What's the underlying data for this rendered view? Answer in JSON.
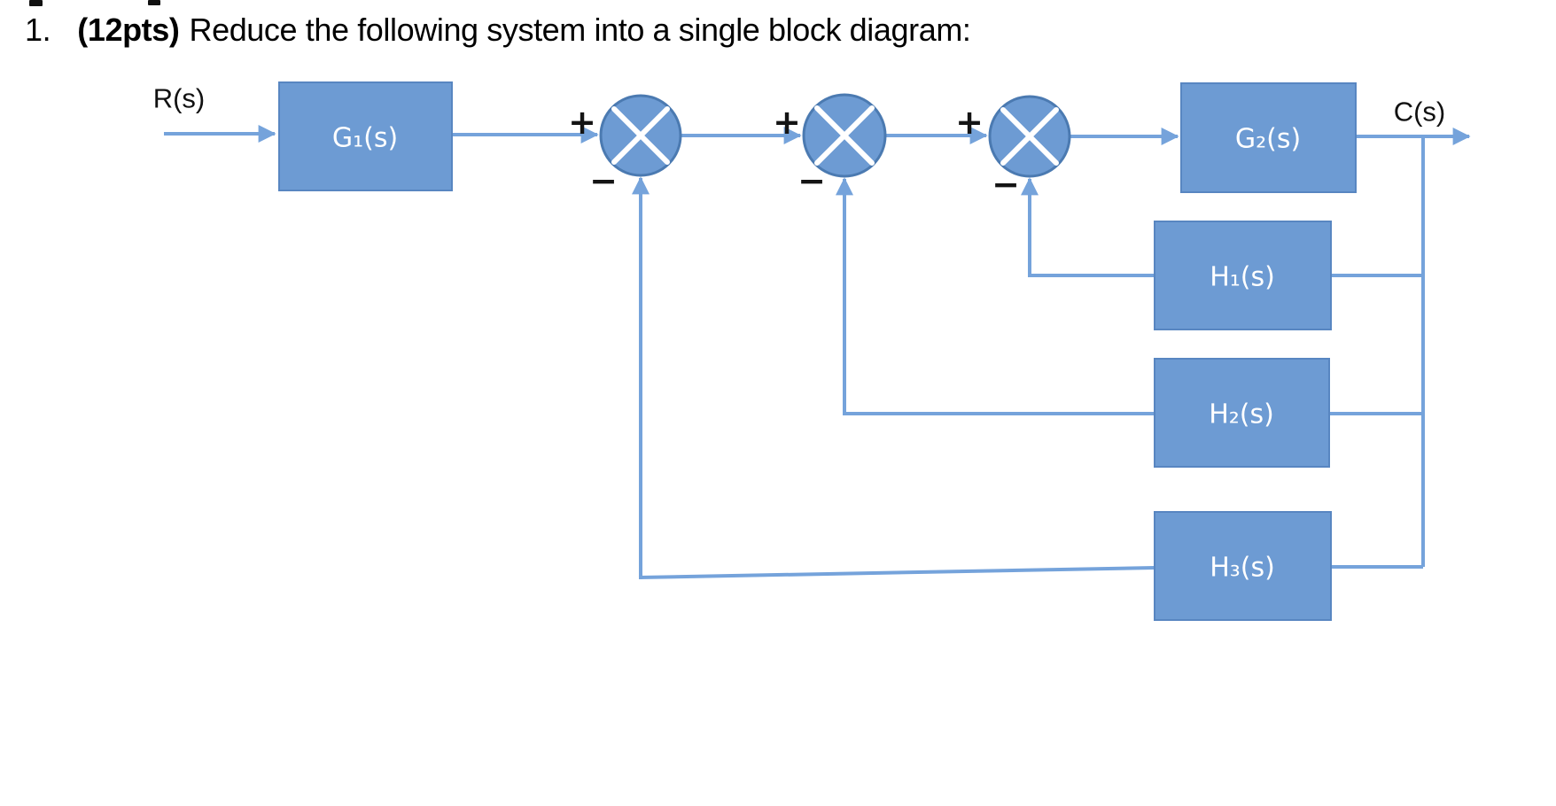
{
  "title": {
    "number": "1.",
    "points": "(12pts)",
    "text": "Reduce the following system into a single block diagram:"
  },
  "diagram": {
    "input_label": "R(s)",
    "output_label": "C(s)",
    "blocks": {
      "g1": "G₁(s)",
      "g2": "G₂(s)",
      "h1": "H₁(s)",
      "h2": "H₂(s)",
      "h3": "H₃(s)"
    },
    "signs": {
      "plus": "+",
      "minus": "−"
    }
  },
  "colors": {
    "block_fill": "#6d9bd3",
    "block_border": "#5886c1",
    "sum_fill": "#6d9bd3",
    "sum_border": "#4b7ab1",
    "line": "#75a3db",
    "sign": "#141414",
    "block_text": "#ffffff",
    "io_text": "#111111",
    "title_text": "#000000"
  }
}
